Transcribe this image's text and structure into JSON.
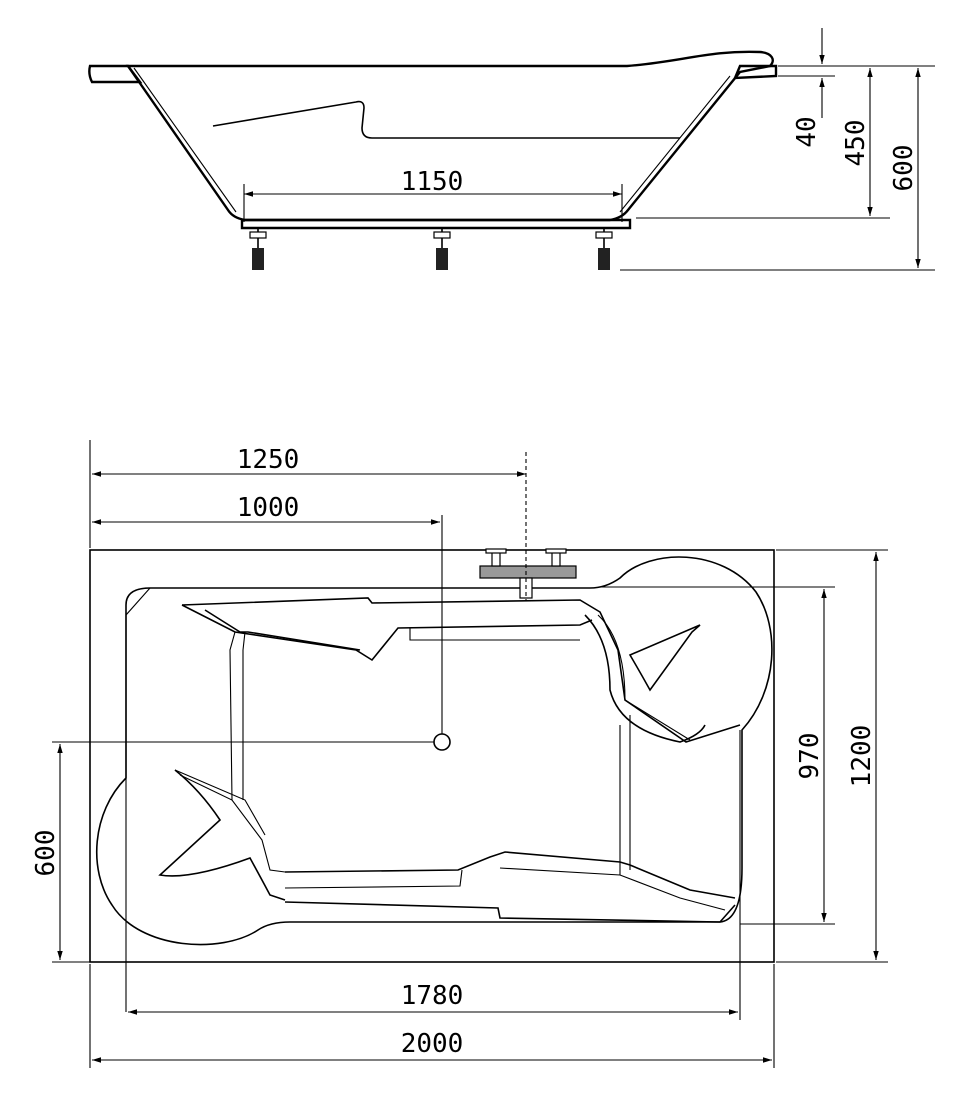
{
  "diagram": {
    "side_view": {
      "dimensions": {
        "inner_bottom_length": "1150",
        "rim_thickness": "40",
        "tub_depth": "450",
        "total_height": "600"
      }
    },
    "top_view": {
      "dimensions": {
        "faucet_offset": "1250",
        "drain_offset_x": "1000",
        "drain_offset_y": "600",
        "inner_width": "970",
        "outer_width": "1200",
        "inner_length": "1780",
        "outer_length": "2000"
      }
    },
    "colors": {
      "line": "#000000",
      "tub_fill": "#f2f2f2",
      "faucet_fill": "#999999",
      "background": "#ffffff"
    }
  }
}
